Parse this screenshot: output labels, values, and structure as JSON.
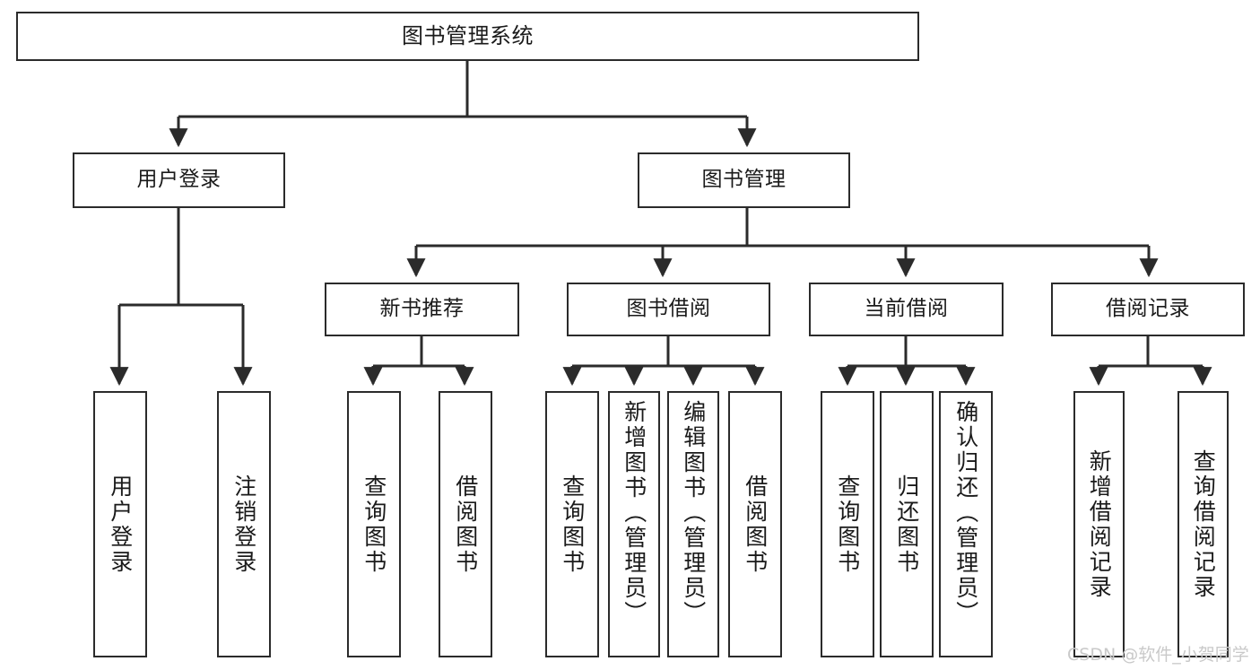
{
  "diagram": {
    "title": "图书管理系统",
    "style": {
      "line_color": "#2b2b2b",
      "box_fill": "#ffffff",
      "text_color": "#1a1a1a",
      "background": "#ffffff",
      "watermark_color": "#c9c9c9"
    },
    "root": {
      "label": "图书管理系统"
    },
    "level2": [
      {
        "label": "用户登录"
      },
      {
        "label": "图书管理"
      }
    ],
    "level3": [
      {
        "label": "新书推荐"
      },
      {
        "label": "图书借阅"
      },
      {
        "label": "当前借阅"
      },
      {
        "label": "借阅记录"
      }
    ],
    "leaves": {
      "user_login": [
        {
          "label": "用户登录"
        },
        {
          "label": "注销登录"
        }
      ],
      "new_book": [
        {
          "label": "查询图书"
        },
        {
          "label": "借阅图书"
        }
      ],
      "borrow_book": [
        {
          "label": "查询图书"
        },
        {
          "label": "新增图书（管理员）"
        },
        {
          "label": "编辑图书（管理员）"
        },
        {
          "label": "借阅图书"
        }
      ],
      "current_borrow": [
        {
          "label": "查询图书"
        },
        {
          "label": "归还图书"
        },
        {
          "label": "确认归还（管理员）"
        }
      ],
      "borrow_record": [
        {
          "label": "新增借阅记录"
        },
        {
          "label": "查询借阅记录"
        }
      ]
    }
  },
  "watermark": {
    "text": "CSDN @软件_小贺同学"
  }
}
